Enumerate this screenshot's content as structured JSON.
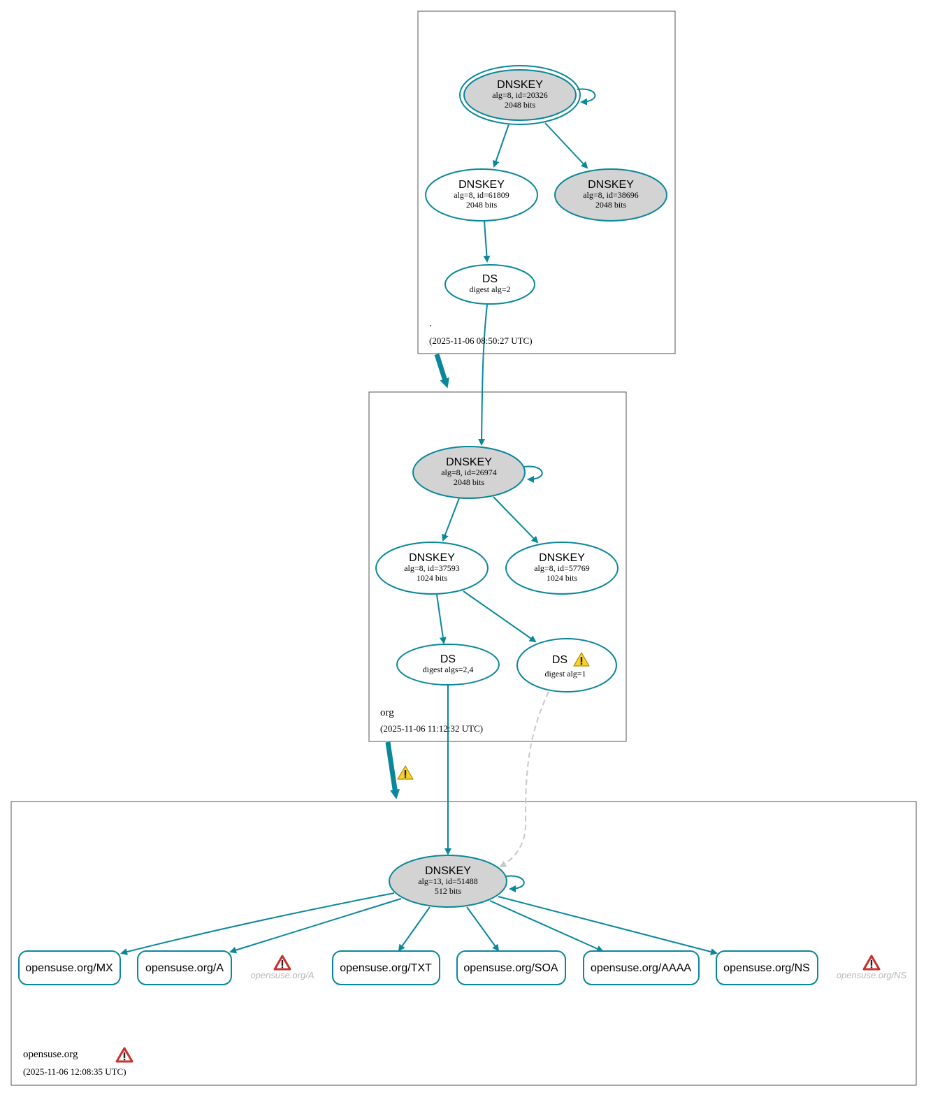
{
  "zones": {
    "root": {
      "name": ".",
      "timestamp": "(2025-11-06 08:50:27 UTC)"
    },
    "org": {
      "name": "org",
      "timestamp": "(2025-11-06 11:12:32 UTC)"
    },
    "opensuse": {
      "name": "opensuse.org",
      "timestamp": "(2025-11-06 12:08:35 UTC)",
      "status_icon": "error-icon"
    }
  },
  "nodes": {
    "root_ksk": {
      "title": "DNSKEY",
      "line1": "alg=8, id=20326",
      "line2": "2048 bits"
    },
    "root_zsk": {
      "title": "DNSKEY",
      "line1": "alg=8, id=61809",
      "line2": "2048 bits"
    },
    "root_key3": {
      "title": "DNSKEY",
      "line1": "alg=8, id=38696",
      "line2": "2048 bits"
    },
    "root_ds": {
      "title": "DS",
      "line1": "digest alg=2"
    },
    "org_ksk": {
      "title": "DNSKEY",
      "line1": "alg=8, id=26974",
      "line2": "2048 bits"
    },
    "org_zsk1": {
      "title": "DNSKEY",
      "line1": "alg=8, id=37593",
      "line2": "1024 bits"
    },
    "org_zsk2": {
      "title": "DNSKEY",
      "line1": "alg=8, id=57769",
      "line2": "1024 bits"
    },
    "org_ds1": {
      "title": "DS",
      "line1": "digest algs=2,4"
    },
    "org_ds2": {
      "title": "DS",
      "line1": "digest alg=1",
      "status_icon": "warning-icon"
    },
    "os_key": {
      "title": "DNSKEY",
      "line1": "alg=13, id=51488",
      "line2": "512 bits"
    }
  },
  "rrsets": {
    "mx": "opensuse.org/MX",
    "a": "opensuse.org/A",
    "txt": "opensuse.org/TXT",
    "soa": "opensuse.org/SOA",
    "aaaa": "opensuse.org/AAAA",
    "ns": "opensuse.org/NS"
  },
  "ghosts": {
    "a": "opensuse.org/A",
    "ns": "opensuse.org/NS"
  },
  "colors": {
    "edge": "#0a879a",
    "dashed_edge": "#c8c8c8",
    "grey_fill": "#d3d3d3",
    "warning": "#f0c419",
    "error": "#c9302c"
  }
}
